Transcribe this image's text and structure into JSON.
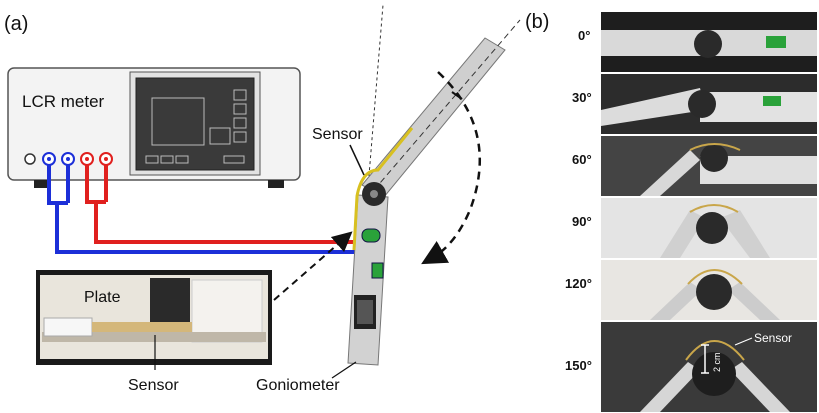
{
  "panel_a": {
    "label": "(a)",
    "lcr_meter_label": "LCR meter",
    "sensor_label": "Sensor",
    "goniometer_label": "Goniometer",
    "inset": {
      "plate_label": "Plate",
      "sensor_label": "Sensor"
    }
  },
  "panel_b": {
    "label": "(b)",
    "angles": [
      "0°",
      "30°",
      "60°",
      "90°",
      "120°",
      "150°"
    ],
    "sensor_label": "Sensor",
    "scale_label": "2 cm"
  },
  "colors": {
    "wire_red": "#e0201e",
    "wire_blue": "#1c2fd8",
    "sensor_yellow": "#d8c020",
    "green_level": "#2aa23a"
  }
}
